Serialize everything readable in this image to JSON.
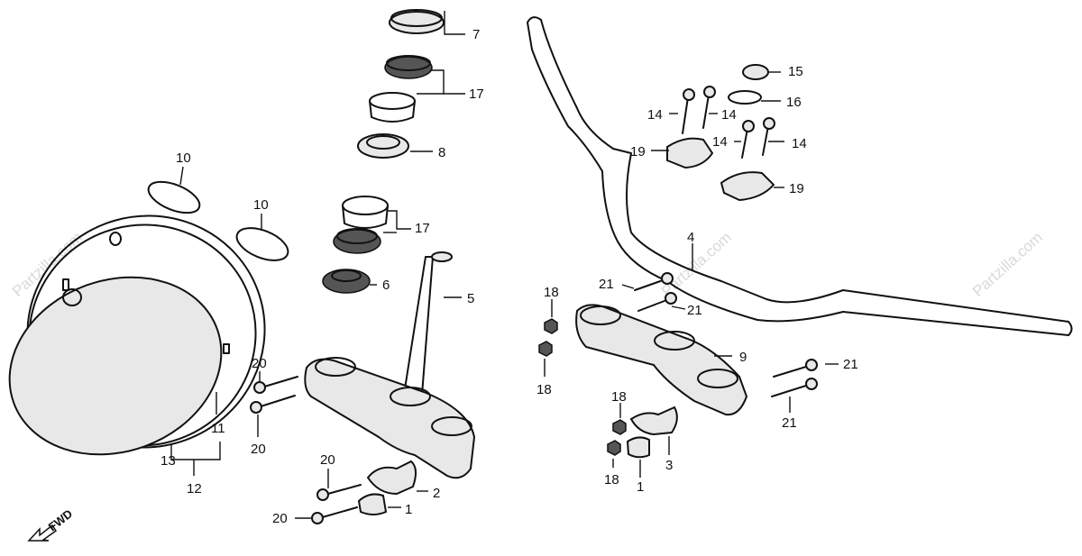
{
  "watermark": "Partzilla.com",
  "fwd_label": "FWD",
  "callouts": {
    "c7": "7",
    "c17a": "17",
    "c8": "8",
    "c17b": "17",
    "c6": "6",
    "c5": "5",
    "c10a": "10",
    "c10b": "10",
    "c11": "11",
    "c13": "13",
    "c12": "12",
    "c20a": "20",
    "c20b": "20",
    "c20c": "20",
    "c20d": "20",
    "c2": "2",
    "c1a": "1",
    "c15": "15",
    "c16": "16",
    "c14a": "14",
    "c14b": "14",
    "c14c": "14",
    "c14d": "14",
    "c19a": "19",
    "c19b": "19",
    "c4": "4",
    "c21a": "21",
    "c21b": "21",
    "c21c": "21",
    "c21d": "21",
    "c18a": "18",
    "c18b": "18",
    "c18c": "18",
    "c18d": "18",
    "c9": "9",
    "c3": "3",
    "c1b": "1"
  }
}
